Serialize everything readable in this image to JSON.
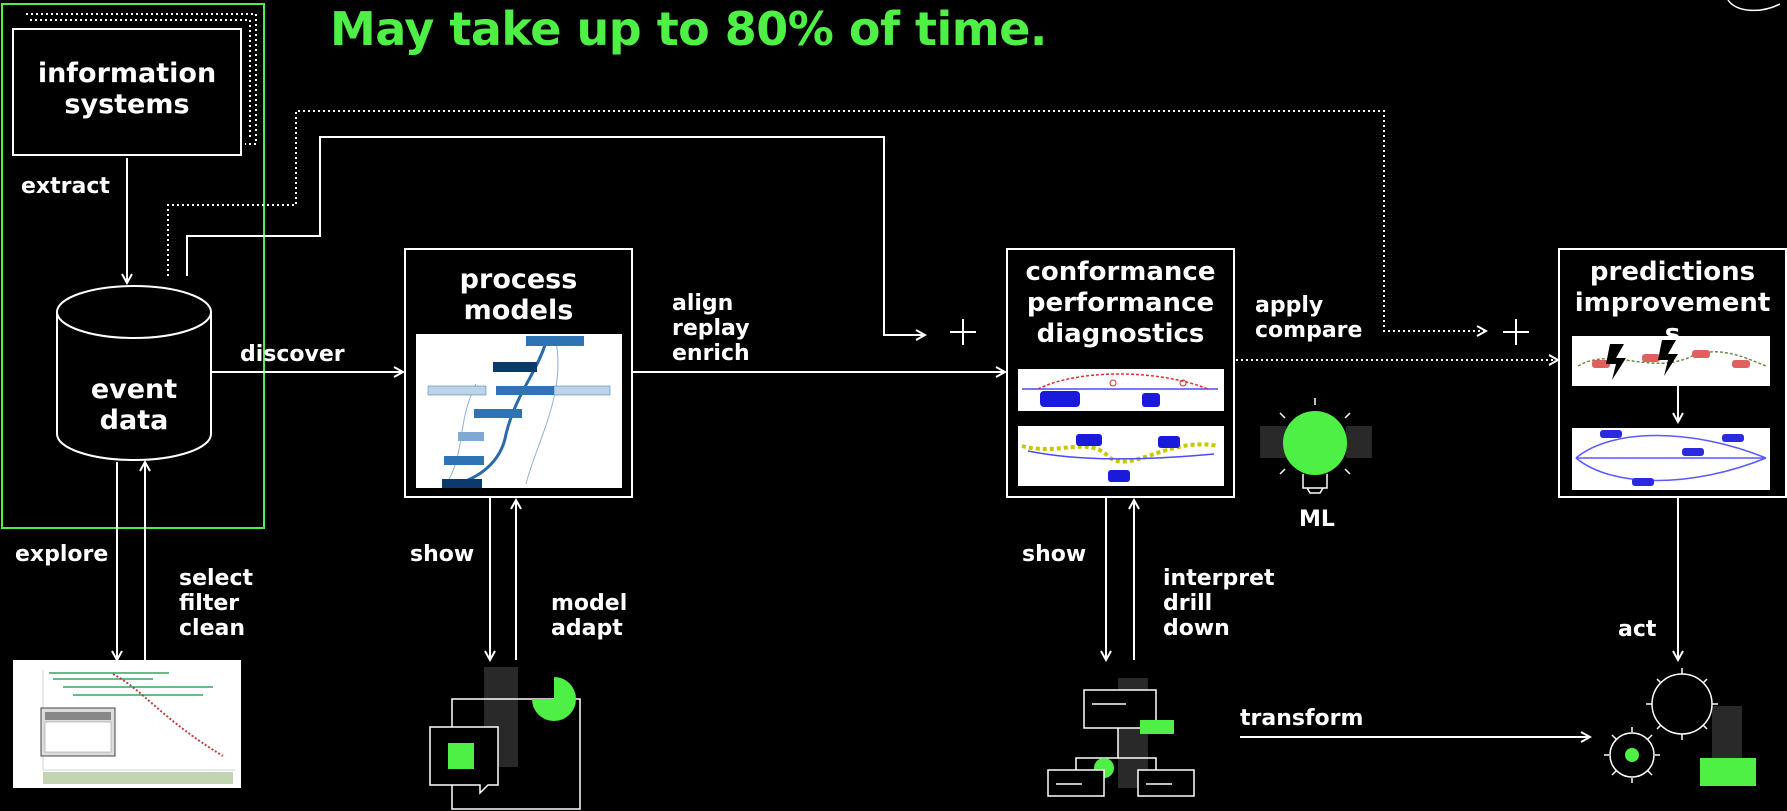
{
  "title": "May take up to 80% of time.",
  "nodes": {
    "info_systems": [
      "information",
      "systems"
    ],
    "event_data": [
      "event",
      "data"
    ],
    "process_models": [
      "process",
      "models"
    ],
    "conformance": [
      "conformance",
      "performance",
      "diagnostics"
    ],
    "predictions": [
      "predictions",
      "improvement",
      "s"
    ],
    "ml": "ML"
  },
  "edges": {
    "extract": "extract",
    "discover": "discover",
    "align": [
      "align",
      "replay",
      "enrich"
    ],
    "apply": [
      "apply",
      "compare"
    ],
    "explore": "explore",
    "select": [
      "select",
      "filter",
      "clean"
    ],
    "show_pm": "show",
    "model": [
      "model",
      "adapt"
    ],
    "show_conf": "show",
    "interpret": [
      "interpret",
      "drill",
      "down"
    ],
    "act": "act",
    "transform": "transform"
  },
  "colors": {
    "accent": "#4ef046",
    "background": "#000000",
    "foreground": "#ffffff"
  },
  "icons": [
    "database-icon",
    "lightbulb-icon",
    "chat-icon",
    "pie-icon",
    "org-chart-icon",
    "gear-icon",
    "plus-icon"
  ]
}
